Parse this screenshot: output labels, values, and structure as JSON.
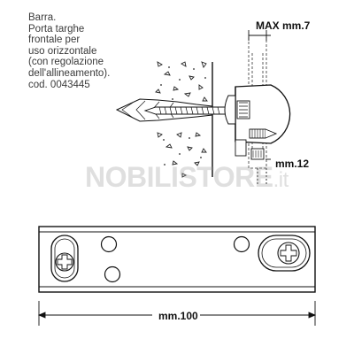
{
  "description": {
    "lines": [
      "Barra.",
      "Porta targhe",
      "frontale per",
      "uso orizzontale",
      "(con regolazione",
      "dell'allineamento).",
      "cod. 0043445"
    ]
  },
  "dimensions": {
    "max_thickness": "MAX mm.7",
    "bar_thickness": "mm.12",
    "bar_length": "mm.100"
  },
  "watermark": {
    "brand": "NOBILISTORE",
    "tld": ".it"
  }
}
